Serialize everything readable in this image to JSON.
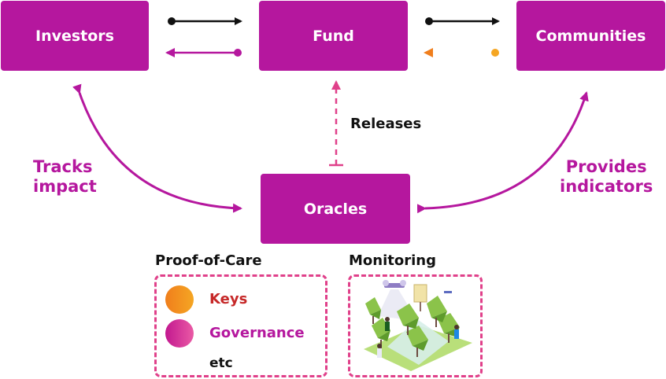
{
  "nodes": {
    "investors": "Investors",
    "fund": "Fund",
    "communities": "Communities",
    "oracles": "Oracles"
  },
  "edge_labels": {
    "releases": "Releases",
    "tracks_impact": "Tracks\nimpact",
    "provides_indicators": "Provides\nindicators"
  },
  "proof_of_care": {
    "title": "Proof-of-Care",
    "items": [
      "Keys",
      "Governance",
      "etc"
    ]
  },
  "monitoring": {
    "title": "Monitoring",
    "illustration": "forest-monitoring-illustration"
  },
  "colors": {
    "node": "#b5179e",
    "magenta": "#b5179e",
    "orange": "#f5a623",
    "orange_arrow": "#f07e1c",
    "keys_text": "#c62828",
    "dashed_border": "#e0408a"
  }
}
